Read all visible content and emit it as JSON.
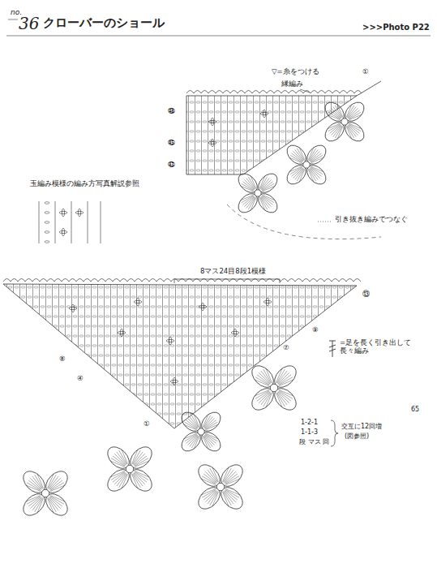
{
  "diagram": {
    "title": "クローバーのショール",
    "labels": [
      "no.",
      "36",
      ">>>Photo P22",
      "▽=糸をつける",
      "縁編み",
      "①",
      "㊽",
      "㊺",
      "㊸",
      "玉編み模様の編み方写真解説参照",
      "引き抜き編みでつなぐ",
      "8マス24目8段1模様",
      "⑬",
      "⑨",
      "⑧",
      "⑦",
      "=足を長く引き出して長々編み",
      "④",
      "①",
      "1-2-1",
      "1-1-3",
      "段 マス 回",
      "交互に12回増",
      "(図参照)",
      "65"
    ]
  }
}
